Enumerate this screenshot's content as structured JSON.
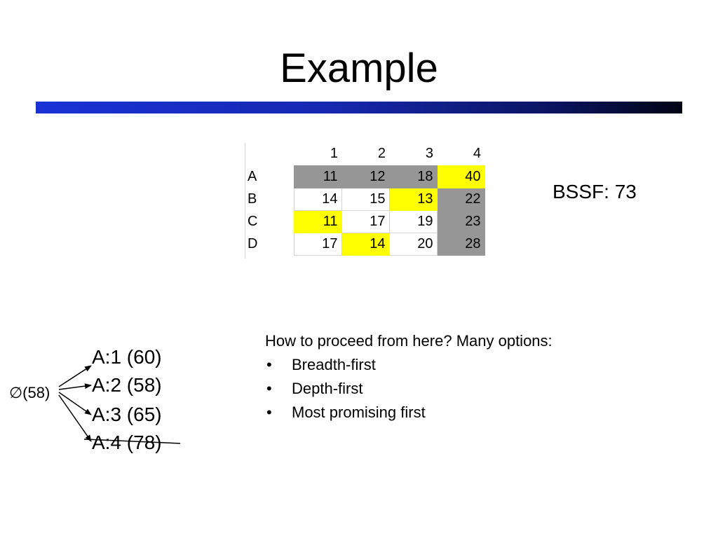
{
  "slide": {
    "title": "Example",
    "bssf": "BSSF: 73",
    "question": "How to proceed from here?  Many options:",
    "bullets": [
      "Breadth-first",
      "Depth-first",
      "Most promising first"
    ],
    "bullet_glyph": "•"
  },
  "matrix": {
    "columns": [
      "1",
      "2",
      "3",
      "4"
    ],
    "rows": [
      {
        "label": "A",
        "cells": [
          {
            "v": "11",
            "c": "gray"
          },
          {
            "v": "12",
            "c": "gray"
          },
          {
            "v": "18",
            "c": "gray"
          },
          {
            "v": "40",
            "c": "yellow"
          }
        ]
      },
      {
        "label": "B",
        "cells": [
          {
            "v": "14",
            "c": "white"
          },
          {
            "v": "15",
            "c": "white"
          },
          {
            "v": "13",
            "c": "yellow"
          },
          {
            "v": "22",
            "c": "gray"
          }
        ]
      },
      {
        "label": "C",
        "cells": [
          {
            "v": "11",
            "c": "yellow"
          },
          {
            "v": "17",
            "c": "white"
          },
          {
            "v": "19",
            "c": "white"
          },
          {
            "v": "23",
            "c": "gray"
          }
        ]
      },
      {
        "label": "D",
        "cells": [
          {
            "v": "17",
            "c": "white"
          },
          {
            "v": "14",
            "c": "yellow"
          },
          {
            "v": "20",
            "c": "white"
          },
          {
            "v": "28",
            "c": "gray"
          }
        ]
      }
    ]
  },
  "tree": {
    "root": "∅(58)",
    "children": [
      {
        "label": "A:1 (60)",
        "struck": false
      },
      {
        "label": "A:2 (58)",
        "struck": false
      },
      {
        "label": "A:3 (65)",
        "struck": false
      },
      {
        "label": "A:4 (78)",
        "struck": true
      }
    ]
  },
  "colors": {
    "gray_cell": "#969696",
    "yellow_cell": "#ffff00",
    "title_bar_start": "#1a32d6",
    "title_bar_end": "#020414"
  }
}
